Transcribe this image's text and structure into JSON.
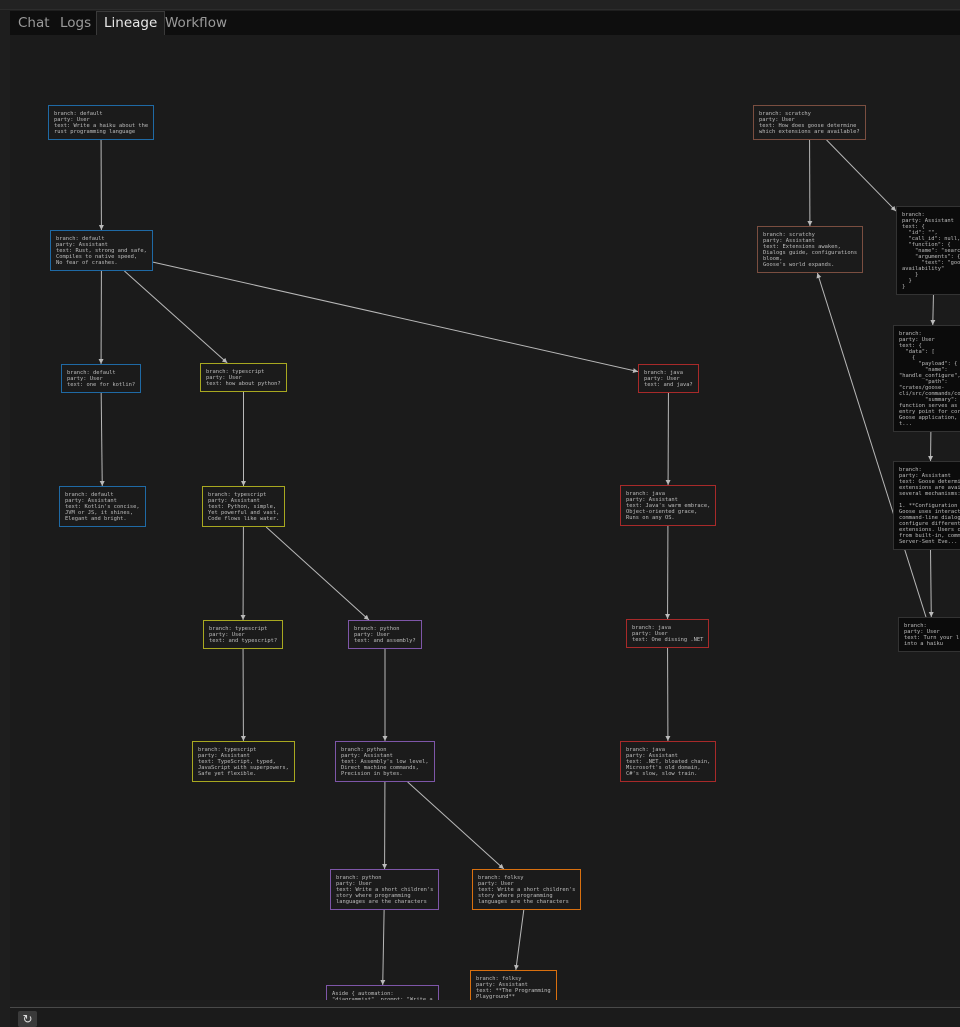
{
  "tabs": [
    {
      "label": "Chat",
      "active": false
    },
    {
      "label": "Logs",
      "active": false
    },
    {
      "label": "Lineage",
      "active": true
    },
    {
      "label": "Workflow",
      "active": false
    }
  ],
  "branch_colors": {
    "default": "#1f6aa5",
    "typescript": "#a8a820",
    "python": "#7e56a8",
    "java": "#a82a2a",
    "folksy": "#d9700f",
    "scratchy": "#7a4e40",
    "none": "#333333"
  },
  "nodes": [
    {
      "id": "n1",
      "branch": "default",
      "party": "User",
      "text": "Write a haiku about the\nrust programming language"
    },
    {
      "id": "n2",
      "branch": "default",
      "party": "Assistant",
      "text": "Rust, strong and safe,\nCompiles to native speed,\nNo fear of crashes."
    },
    {
      "id": "n3",
      "branch": "default",
      "party": "User",
      "text": "one for kotlin?"
    },
    {
      "id": "n4",
      "branch": "default",
      "party": "Assistant",
      "text": "Kotlin's concise,\nJVM or JS, it shines,\nElegant and bright."
    },
    {
      "id": "n5",
      "branch": "typescript",
      "party": "User",
      "text": "how about python?"
    },
    {
      "id": "n6",
      "branch": "typescript",
      "party": "Assistant",
      "text": "Python, simple,\nYet powerful and vast,\nCode flows like water."
    },
    {
      "id": "n7",
      "branch": "typescript",
      "party": "User",
      "text": "and typescript?"
    },
    {
      "id": "n8",
      "branch": "typescript",
      "party": "Assistant",
      "text": "TypeScript, typed,\nJavaScript with superpowers,\nSafe yet flexible."
    },
    {
      "id": "n9",
      "branch": "python",
      "party": "User",
      "text": "and assembly?"
    },
    {
      "id": "n10",
      "branch": "python",
      "party": "Assistant",
      "text": "Assembly's low level,\nDirect machine commands,\nPrecision in bytes."
    },
    {
      "id": "n11",
      "branch": "python",
      "party": "User",
      "text": "Write a short children's\nstory where programming\nlanguages are the characters"
    },
    {
      "id": "n12",
      "branch": "python",
      "raw": "Aside { automation:\n\"diagrammist\", prompt: \"Write a"
    },
    {
      "id": "n13",
      "branch": "folksy",
      "party": "User",
      "text": "Write a short children's\nstory where programming\nlanguages are the characters"
    },
    {
      "id": "n14",
      "branch": "folksy",
      "party": "Assistant",
      "text": "**The Programming\nPlayground**"
    },
    {
      "id": "n15",
      "branch": "java",
      "party": "User",
      "text": "and java?"
    },
    {
      "id": "n16",
      "branch": "java",
      "party": "Assistant",
      "text": "Java's warm embrace,\nObject-oriented grace,\nRuns on any OS."
    },
    {
      "id": "n17",
      "branch": "java",
      "party": "User",
      "text": "One dissing .NET"
    },
    {
      "id": "n18",
      "branch": "java",
      "party": "Assistant",
      "text": ".NET, bloated chain,\nMicrosoft's old domain,\nC#'s slow, slow train."
    },
    {
      "id": "n19",
      "branch": "scratchy",
      "party": "User",
      "text": "How does goose determine\nwhich extensions are available?"
    },
    {
      "id": "n20",
      "branch": "scratchy",
      "party": "Assistant",
      "text": "Extensions awaken,\nDialogs guide, configurations\nbloom,\nGoose's world expands."
    },
    {
      "id": "n21",
      "branch": "",
      "party": "Assistant",
      "text": "{\n  \"id\": \"\",\n  \"call_id\": null,\n  \"function\": {\n    \"name\": \"search\n    \"arguments\": {\n      \"text\": \"goose\navailability\"\n    }\n  }\n}"
    },
    {
      "id": "n22",
      "branch": "",
      "party": "User",
      "text": "{\n  \"data\": [\n    {\n      \"payload\": {\n        \"name\":\n\"handle_configure\",\n        \"path\":\n\"crates/goose-\ncli/src/commands/con\n        \"summary\":\nfunction serves as\nentry point for cor\nGoose application,\nt..."
    },
    {
      "id": "n23",
      "branch": "",
      "party": "Assistant",
      "text": "Goose determi\nextensions are avai\nseveral mechanisms:\n\n1. **Configuration\nGoose uses interact\ncommand-line dialog\nconfigure different\nextensions. Users c\nfrom built-in, comm\nServer-Sent Eve..."
    },
    {
      "id": "n24",
      "branch": "",
      "party": "User",
      "text": "Turn your l\ninto a haiku"
    }
  ],
  "edges": [
    [
      "n1",
      "n2"
    ],
    [
      "n2",
      "n3"
    ],
    [
      "n2",
      "n5"
    ],
    [
      "n2",
      "n15"
    ],
    [
      "n3",
      "n4"
    ],
    [
      "n5",
      "n6"
    ],
    [
      "n6",
      "n7"
    ],
    [
      "n6",
      "n9"
    ],
    [
      "n7",
      "n8"
    ],
    [
      "n9",
      "n10"
    ],
    [
      "n10",
      "n11"
    ],
    [
      "n10",
      "n13"
    ],
    [
      "n11",
      "n12"
    ],
    [
      "n13",
      "n14"
    ],
    [
      "n15",
      "n16"
    ],
    [
      "n16",
      "n17"
    ],
    [
      "n17",
      "n18"
    ],
    [
      "n19",
      "n20"
    ],
    [
      "n19",
      "n21"
    ],
    [
      "n21",
      "n22"
    ],
    [
      "n22",
      "n23"
    ],
    [
      "n23",
      "n24"
    ],
    [
      "n24",
      "n20"
    ]
  ],
  "footer": {
    "refresh_icon": "refresh-icon"
  }
}
